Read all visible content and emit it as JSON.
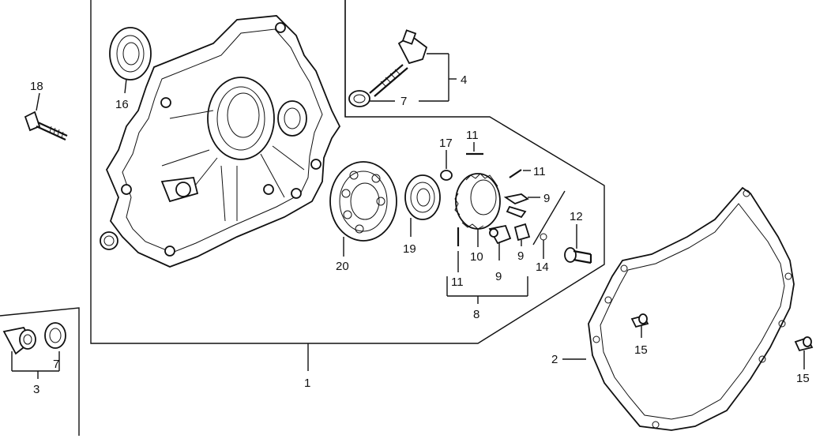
{
  "callouts": {
    "c1": "1",
    "c2": "2",
    "c3": "3",
    "c4": "4",
    "c7a": "7",
    "c7b": "7",
    "c8": "8",
    "c9a": "9",
    "c9b": "9",
    "c9c": "9",
    "c10": "10",
    "c11a": "11",
    "c11b": "11",
    "c11c": "11",
    "c12": "12",
    "c14": "14",
    "c15a": "15",
    "c15b": "15",
    "c16": "16",
    "c17": "17",
    "c18": "18",
    "c19": "19",
    "c20": "20"
  }
}
